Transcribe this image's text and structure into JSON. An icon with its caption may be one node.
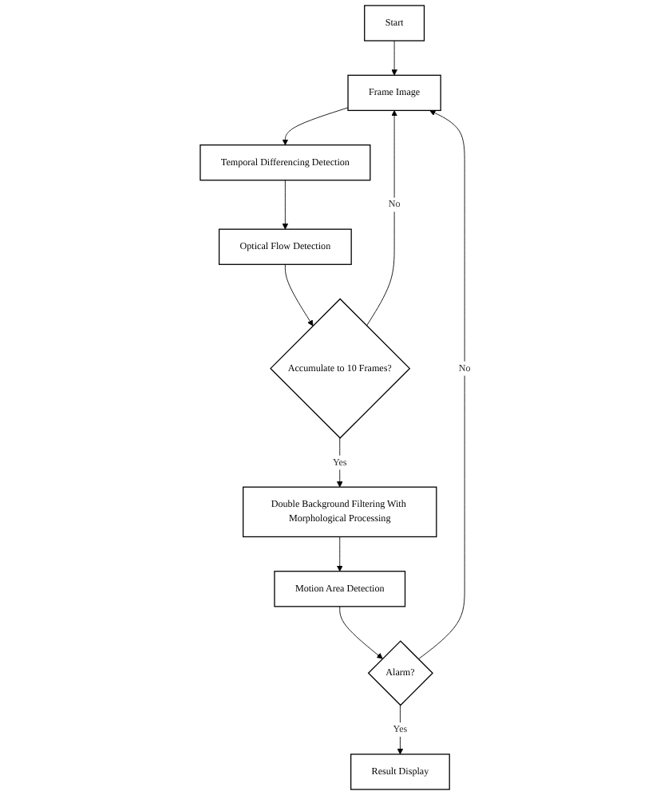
{
  "diagram": {
    "nodes": [
      {
        "text": [
          "Start"
        ]
      },
      {
        "text": [
          "Frame Image"
        ]
      },
      {
        "text": [
          "Temporal Differencing Detection"
        ]
      },
      {
        "text": [
          "Optical Flow Detection"
        ]
      },
      {
        "text": [
          "Accumulate to 10 Frames?"
        ]
      },
      {
        "text": [
          "Double Background Filtering With Morphological Processing"
        ]
      },
      {
        "text": [
          "Motion Area Detection"
        ]
      },
      {
        "text": [
          "Alarm?"
        ]
      },
      {
        "text": [
          "Result Display"
        ]
      }
    ],
    "edges": [
      {
        "from": 0,
        "to": 1,
        "arrow": "to"
      },
      {
        "from": 1,
        "to": 2,
        "arrow": "to"
      },
      {
        "from": 2,
        "to": 3,
        "arrow": "to"
      },
      {
        "from": 3,
        "to": 4,
        "arrow": "to"
      },
      {
        "from": 4,
        "to": 1,
        "arrow": "to",
        "label": "No"
      },
      {
        "from": 4,
        "to": 5,
        "arrow": "to",
        "label": "Yes"
      },
      {
        "from": 5,
        "to": 6,
        "arrow": "to"
      },
      {
        "from": 6,
        "to": 7,
        "arrow": "to"
      },
      {
        "from": 7,
        "to": 1,
        "arrow": "to",
        "label": "No"
      },
      {
        "from": 7,
        "to": 8,
        "arrow": "to",
        "label": "Yes"
      }
    ]
  }
}
